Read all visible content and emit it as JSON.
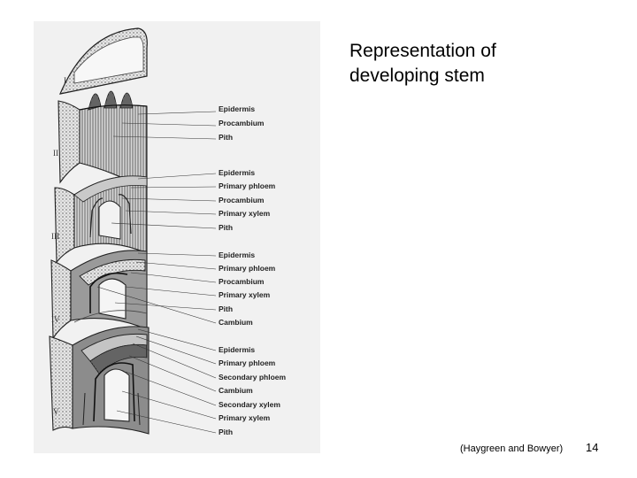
{
  "slide": {
    "title_lines": [
      "Representation of",
      "developing stem"
    ],
    "citation": "(Haygreen and Bowyer)",
    "slide_number": "14"
  },
  "figure": {
    "stages": [
      "I",
      "II",
      "III",
      "IV",
      "V"
    ],
    "label_groups": [
      [
        "Epidermis",
        "Procambium",
        "Pith"
      ],
      [
        "Epidermis",
        "Primary phloem",
        "Procambium",
        "Primary xylem",
        "Pith"
      ],
      [
        "Epidermis",
        "Primary phloem",
        "Procambium",
        "Primary xylem",
        "Pith",
        "Cambium"
      ],
      [
        "Epidermis",
        "Primary phloem",
        "Secondary phloem",
        "Cambium",
        "Secondary xylem",
        "Primary xylem",
        "Pith"
      ]
    ]
  }
}
